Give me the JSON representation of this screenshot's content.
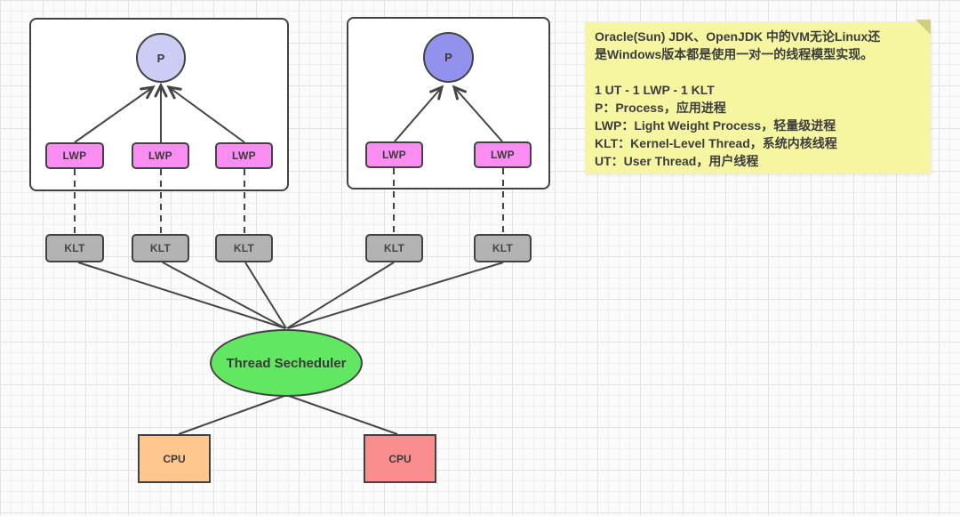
{
  "diagram": {
    "process_label": "P",
    "lwp_label": "LWP",
    "klt_label": "KLT",
    "scheduler_label": "Thread Secheduler",
    "cpu_label": "CPU"
  },
  "note": {
    "lines": [
      "Oracle(Sun) JDK、OpenJDK 中的VM无论Linux还",
      "是Windows版本都是使用一对一的线程模型实现。",
      "",
      "1 UT - 1 LWP - 1 KLT",
      "P：Process，应用进程",
      "LWP：Light Weight Process，轻量级进程",
      "KLT：Kernel-Level Thread，系统内核线程",
      "UT：User Thread，用户线程"
    ]
  },
  "colors": {
    "process1_fill": "#ccccf5",
    "process2_fill": "#9292ee",
    "lwp_fill": "#fa8cf2",
    "klt_fill": "#b3b3b3",
    "scheduler_fill": "#62e762",
    "cpu1_fill": "#ffc78e",
    "cpu2_fill": "#fa8e8e",
    "note_fill": "#f6f6a2",
    "note_fold": "#cfcf7d",
    "note_text": "#3d3d3d",
    "stroke": "#424242"
  }
}
